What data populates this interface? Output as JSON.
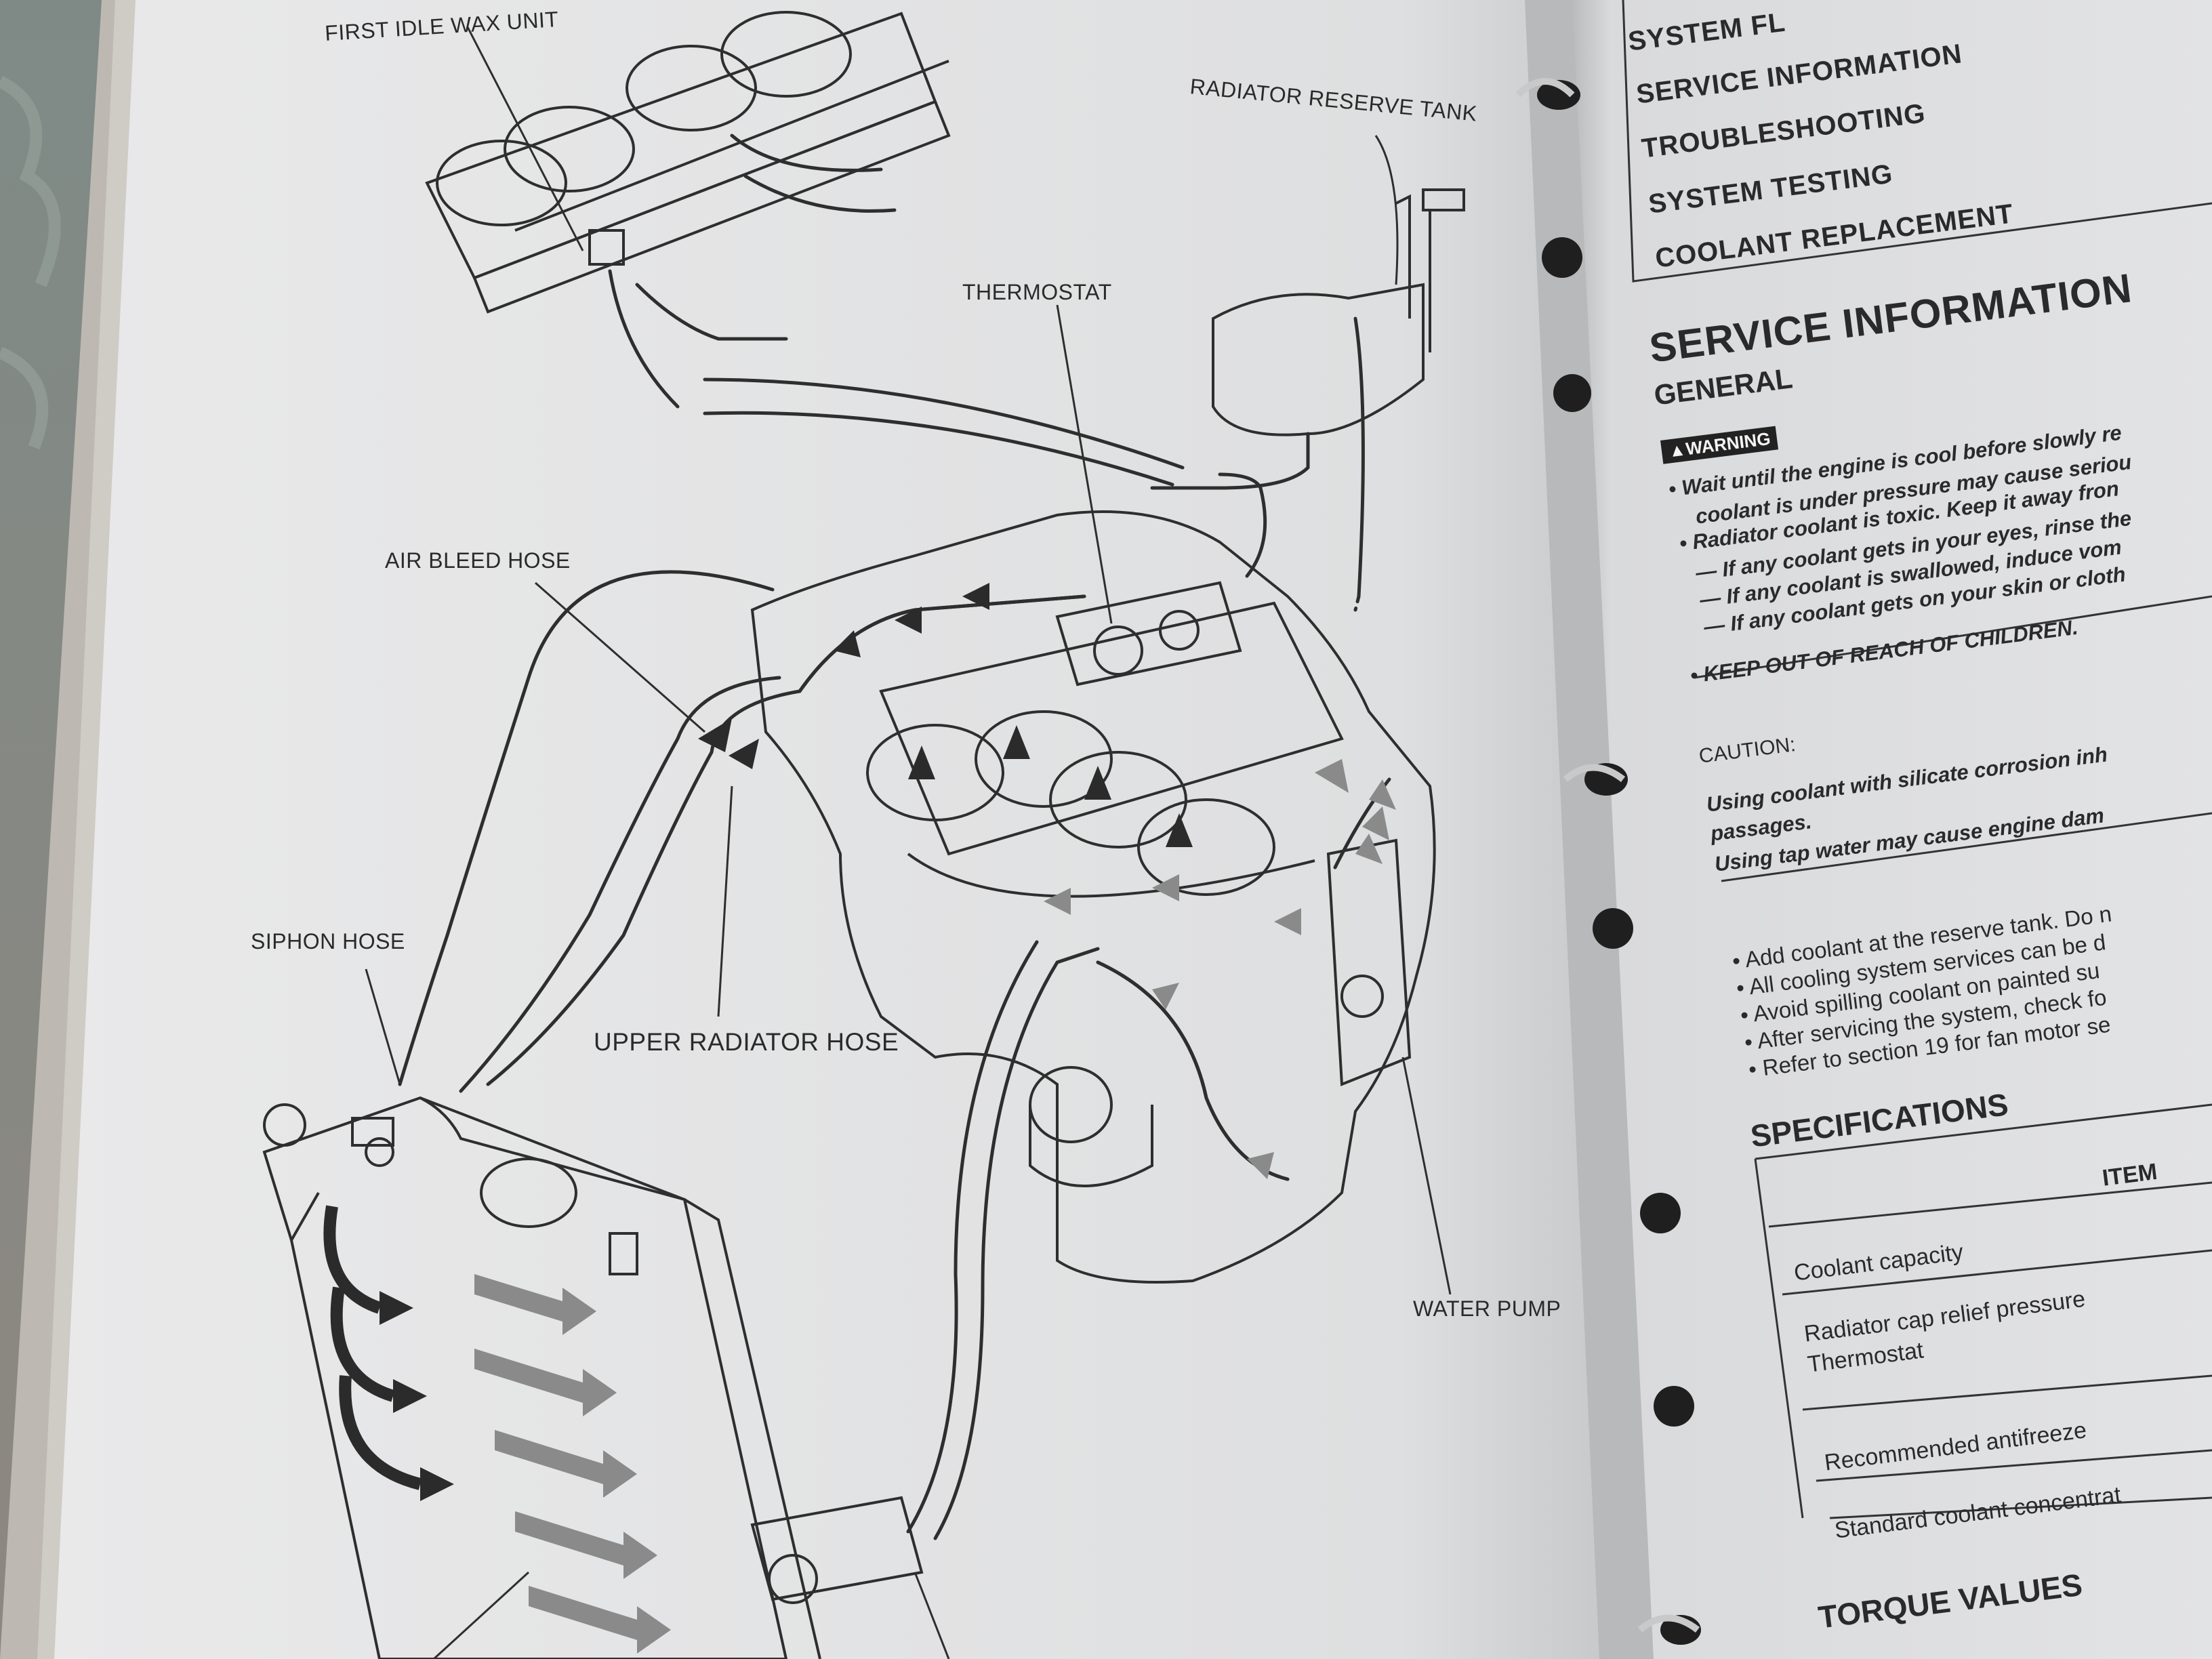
{
  "diagram": {
    "labels": {
      "first_idle_wax_unit": "FIRST IDLE WAX UNIT",
      "radiator_reserve_tank": "RADIATOR RESERVE TANK",
      "thermostat": "THERMOSTAT",
      "air_bleed_hose": "AIR BLEED HOSE",
      "siphon_hose": "SIPHON HOSE",
      "upper_radiator_hose": "UPPER RADIATOR HOSE",
      "water_pump": "WATER PUMP"
    }
  },
  "right_page": {
    "toc": [
      "SYSTEM FL",
      "SERVICE INFORMATION",
      "TROUBLESHOOTING",
      "SYSTEM TESTING",
      "COOLANT REPLACEMENT"
    ],
    "section_title": "SERVICE INFORMATION",
    "general_heading": "GENERAL",
    "warning_badge": "▲WARNING",
    "warning_lines": [
      "• Wait until the engine is cool before slowly re",
      "coolant is under pressure may cause seriou",
      "• Radiator coolant is toxic. Keep it away fron",
      "— If any coolant gets in your eyes, rinse the",
      "— If any coolant is swallowed, induce vom",
      "— If any coolant gets on your skin or cloth",
      "• KEEP OUT OF REACH OF CHILDREN."
    ],
    "caution_heading": "CAUTION:",
    "caution_lines": [
      "Using coolant with silicate corrosion inh",
      "passages.",
      "Using tap water may cause engine dam"
    ],
    "bullets": [
      "• Add coolant at the reserve tank. Do n",
      "• All cooling system services can be d",
      "• Avoid spilling coolant on painted su",
      "• After servicing the system, check fo",
      "• Refer to section 19 for fan motor se"
    ],
    "specifications_title": "SPECIFICATIONS",
    "spec_table": {
      "header": "ITEM",
      "rows": [
        "Coolant capacity",
        "Radiator cap relief pressure",
        "Thermostat",
        "Recommended antifreeze",
        "Standard coolant concentrat"
      ]
    },
    "torque_title": "TORQUE VALUES"
  }
}
